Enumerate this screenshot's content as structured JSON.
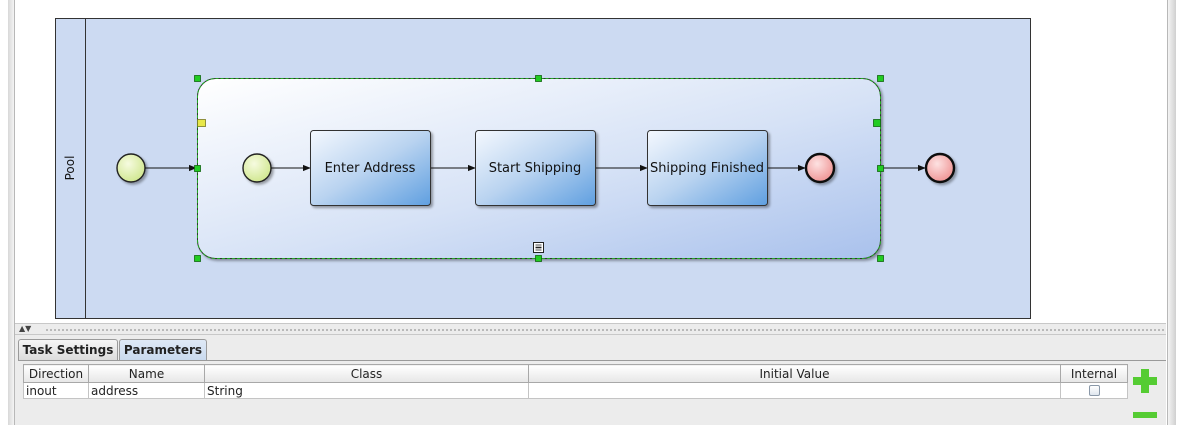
{
  "diagram": {
    "pool_label": "Pool",
    "tasks": [
      {
        "label": "Enter Address"
      },
      {
        "label": "Start Shipping"
      },
      {
        "label": "Shipping Finished"
      }
    ]
  },
  "tabs": [
    {
      "label": "Task Settings",
      "active": false
    },
    {
      "label": "Parameters",
      "active": true
    }
  ],
  "parameters_table": {
    "columns": [
      "Direction",
      "Name",
      "Class",
      "Initial Value",
      "Internal"
    ],
    "rows": [
      {
        "direction": "inout",
        "name": "address",
        "class": "String",
        "initial_value": "",
        "internal": false
      }
    ]
  },
  "icons": {
    "add": "plus-icon",
    "remove": "minus-icon",
    "collapse": "collapse-marker-icon"
  },
  "colors": {
    "pool_fill": "#ccdaf2",
    "start_event_fill": "#dff0a8",
    "end_event_fill": "#f3a8a8",
    "selection_handle": "#22cc22",
    "add_remove_green": "#55cc33"
  }
}
